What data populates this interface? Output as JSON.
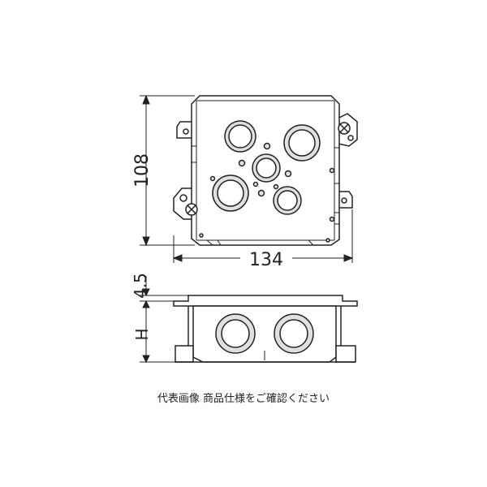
{
  "dimensions": {
    "height_label": "108",
    "width_label": "134",
    "flange_label": "4.5",
    "side_height_label": "H"
  },
  "caption": "代表画像 商品仕様をご確認ください",
  "colors": {
    "line": "#222222",
    "fill": "#ffffff",
    "hole_fill": "#e0e0e0"
  }
}
